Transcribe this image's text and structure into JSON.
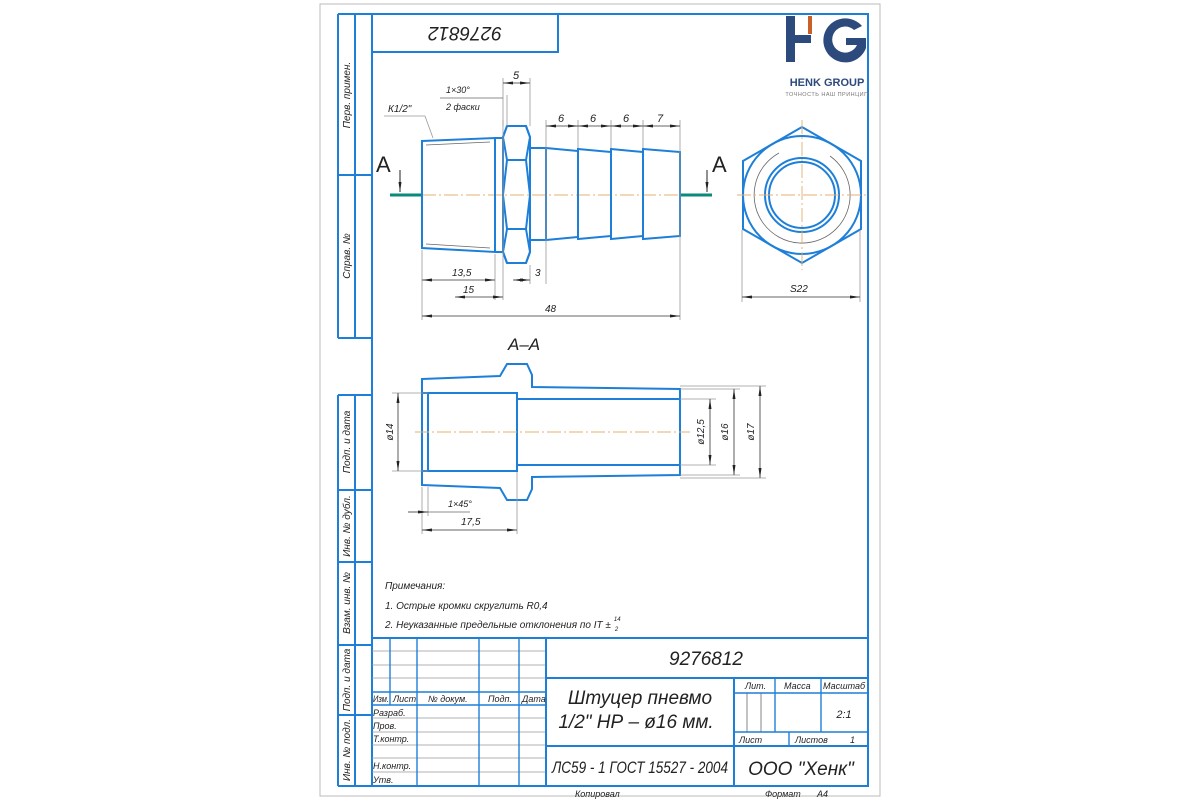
{
  "side_labels": [
    "Перв. примен.",
    "Справ. №",
    "Подп. и дата",
    "Инв. № дубл.",
    "Взам. инв. №",
    "Подп. и дата",
    "Инв. № подл."
  ],
  "top_box_number": "9276812",
  "logo": {
    "letters": "HG",
    "name": "HENK GROUP",
    "slogan": "ТОЧНОСТЬ НАШ ПРИНЦИП",
    "blue": "#2c4a7c",
    "orange": "#c8602a"
  },
  "main_view": {
    "section_mark": "А",
    "thread_label": "К1/2\"",
    "chamfer_label_1": "1×30°",
    "chamfer_label_2": "2 фаски",
    "dims": {
      "hex_width": "5",
      "barb1": "6",
      "barb2": "6",
      "barb3": "6",
      "barb4": "7",
      "thread_len": "13,5",
      "thread_full": "15",
      "neck": "3",
      "total": "48"
    }
  },
  "side_view": {
    "hex_size": "S22"
  },
  "section_view": {
    "title": "А–А",
    "dims": {
      "d_thread_bore": "ø14",
      "d_bore": "ø12,5",
      "d_barb": "ø16",
      "d_barb_max": "ø17",
      "chamfer": "1×45°",
      "bore_len": "17,5"
    }
  },
  "notes": {
    "heading": "Примечания:",
    "items": [
      "1. Острые кромки скруглить R0,4",
      "2. Неуказанные предельные отклонения по IT ±"
    ],
    "tolerance_num": "14",
    "tolerance_den": "2"
  },
  "title_block": {
    "designation": "9276812",
    "name_line_1": "Штуцер пневмо",
    "name_line_2": "1/2\" НР – ø16 мм.",
    "material": "ЛС59 - 1 ГОСТ 15527 - 2004",
    "company": "ООО \"Хенк\"",
    "headers": {
      "izm": "Изм.",
      "list": "Лист",
      "doc": "№ докум.",
      "sign": "Подп.",
      "date": "Дата",
      "lit": "Лит.",
      "mass": "Масса",
      "scale": "Масштаб"
    },
    "roles": {
      "razrab": "Разраб.",
      "prov": "Пров.",
      "tkontr": "Т.контр.",
      "nkontr": "Н.контр.",
      "utv": "Утв."
    },
    "scale_value": "2:1",
    "sheet_label": "Лист",
    "sheets_label": "Листов",
    "sheets_value": "1",
    "copied": "Копировал",
    "format_label": "Формат",
    "format_value": "А4"
  }
}
